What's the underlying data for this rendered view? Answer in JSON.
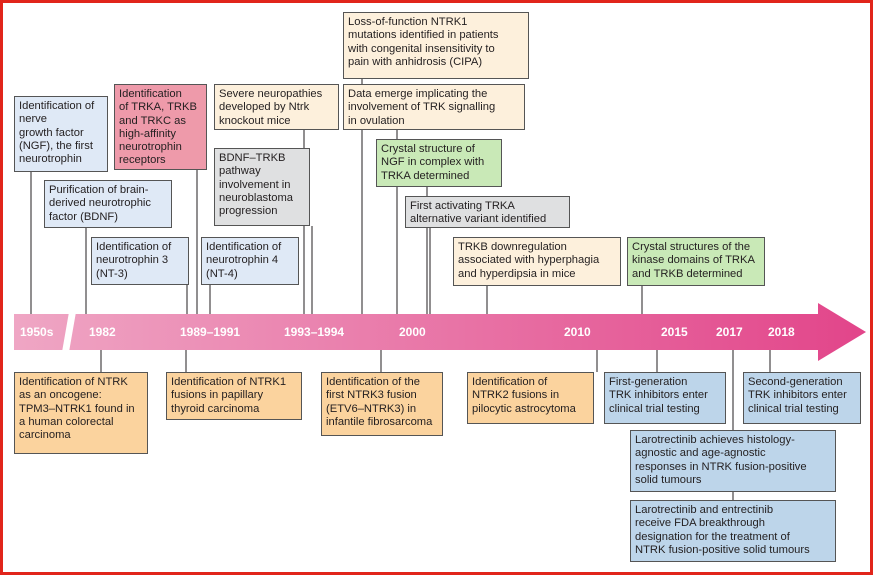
{
  "colors": {
    "frame_border": "#e1251b",
    "arrow_left": "#efa6c4",
    "arrow_right": "#e2458a",
    "year_text": "#ffffff"
  },
  "timeline": {
    "years": [
      "1950s",
      "1982",
      "1989–1991",
      "1993–1994",
      "2000",
      "2010",
      "2015",
      "2017",
      "2018"
    ]
  },
  "events_above": [
    {
      "text": "Identification of\nnerve\ngrowth factor\n(NGF), the first\nneurotrophin",
      "color": "blue"
    },
    {
      "text": "Purification of brain-\nderived neurotrophic\nfactor (BDNF)",
      "color": "blue"
    },
    {
      "text": "Identification of\nneurotrophin 3\n(NT-3)",
      "color": "blue"
    },
    {
      "text": "Identification\nof TRKA, TRKB\nand TRKC as\nhigh-affinity\nneurotrophin\nreceptors",
      "color": "pink"
    },
    {
      "text": "Identification of\nneurotrophin 4\n(NT-4)",
      "color": "blue"
    },
    {
      "text": "Severe neuropathies\ndeveloped by Ntrk\nknockout mice",
      "color": "cream"
    },
    {
      "text": "BDNF–TRKB\npathway\ninvolvement in\nneuroblastoma\nprogression",
      "color": "grey"
    },
    {
      "text": "Loss-of-function NTRK1\nmutations identified in patients\nwith congenital insensitivity to\npain with anhidrosis (CIPA)",
      "color": "cream"
    },
    {
      "text": "Data emerge implicating the\ninvolvement of TRK signalling\nin ovulation",
      "color": "cream"
    },
    {
      "text": "Crystal structure of\nNGF in complex with\nTRKA determined",
      "color": "green"
    },
    {
      "text": "First activating TRKA\nalternative variant identified",
      "color": "grey"
    },
    {
      "text": "TRKB downregulation\nassociated with hyperphagia\nand hyperdipsia in mice",
      "color": "cream"
    },
    {
      "text": "Crystal structures of the\nkinase domains of TRKA\nand TRKB determined",
      "color": "green"
    }
  ],
  "events_below": [
    {
      "text": "Identification of NTRK\nas an oncogene:\nTPM3–NTRK1 found in\na human colorectal\ncarcinoma",
      "color": "orange"
    },
    {
      "text": "Identification of NTRK1\nfusions in papillary\nthyroid carcinoma",
      "color": "orange"
    },
    {
      "text": "Identification of the\nfirst NTRK3 fusion\n(ETV6–NTRK3) in\ninfantile fibrosarcoma",
      "color": "orange"
    },
    {
      "text": "Identification of\nNTRK2 fusions in\npilocytic astrocytoma",
      "color": "orange"
    },
    {
      "text": "First-generation\nTRK inhibitors enter\nclinical trial testing",
      "color": "lblue"
    },
    {
      "text": "Second-generation\nTRK inhibitors enter\nclinical trial testing",
      "color": "lblue"
    },
    {
      "text": "Larotrectinib achieves histology-\nagnostic and age-agnostic\nresponses in NTRK fusion-positive\nsolid tumours",
      "color": "lblue"
    },
    {
      "text": "Larotrectinib and entrectinib\nreceive FDA breakthrough\ndesignation for the treatment of\nNTRK fusion-positive solid tumours",
      "color": "lblue"
    }
  ]
}
